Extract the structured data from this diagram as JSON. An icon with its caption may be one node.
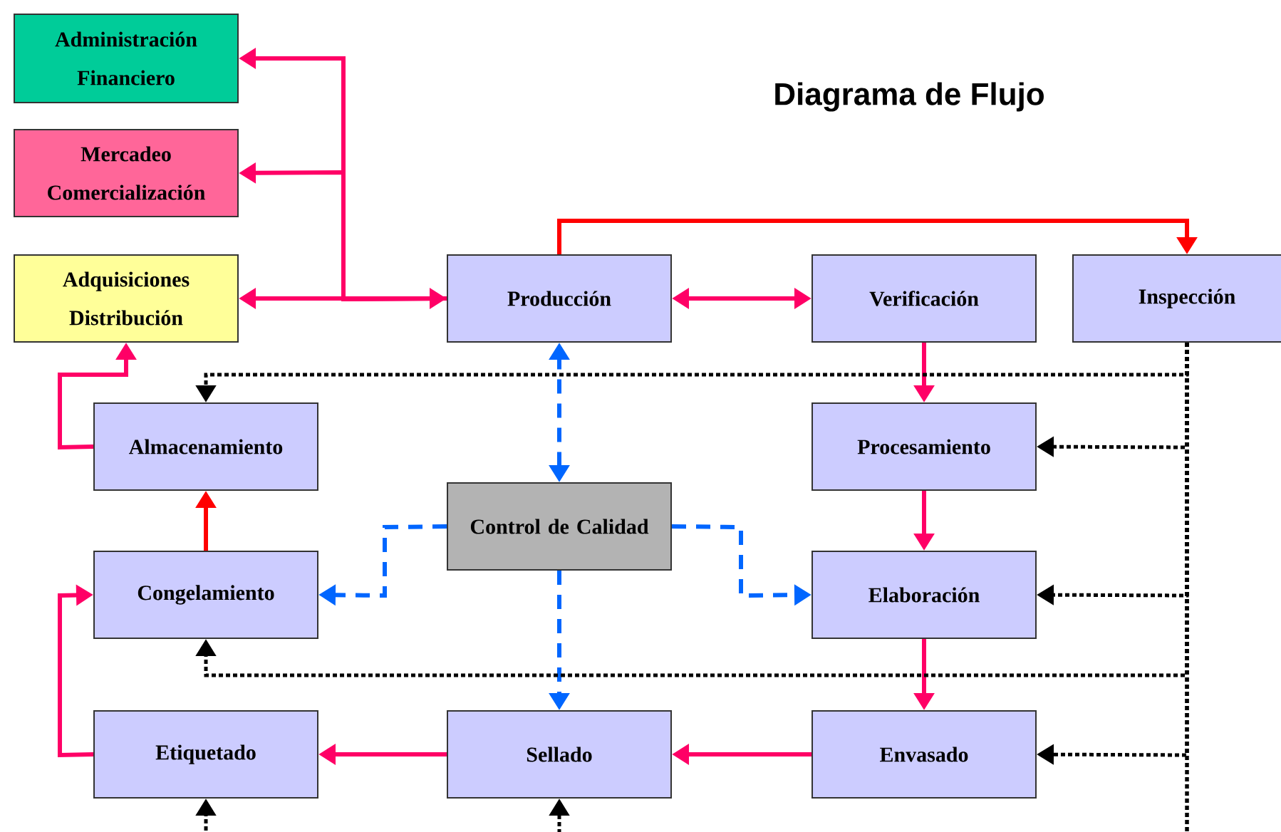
{
  "diagram": {
    "title": "Diagrama de Flujo",
    "nodes": [
      {
        "text": [
          "Administración Financiero"
        ]
      },
      {
        "text": [
          "Mercadeo Comercialización"
        ]
      },
      {
        "text": [
          "Adquisiciones Distribución"
        ]
      },
      {
        "text": [
          "Producción"
        ]
      },
      {
        "text": [
          "Verificación"
        ]
      },
      {
        "text": [
          "Inspección"
        ]
      },
      {
        "text": [
          "Almacenamiento"
        ]
      },
      {
        "text": [
          "Procesamiento"
        ]
      },
      {
        "text": [
          "Control de Calidad"
        ]
      },
      {
        "text": [
          "Congelamiento"
        ]
      },
      {
        "text": [
          "Elaboración"
        ]
      },
      {
        "text": [
          "Etiquetado"
        ]
      },
      {
        "text": [
          "Sellado"
        ]
      },
      {
        "text": [
          "Envasado"
        ]
      }
    ],
    "edges": [
      {
        "from": 3,
        "to": 0,
        "arrow": "to"
      },
      {
        "from": 3,
        "to": 1,
        "arrow": "to"
      },
      {
        "from": 3,
        "to": 2,
        "arrow": "both"
      },
      {
        "from": 3,
        "to": 4,
        "arrow": "both"
      },
      {
        "from": 3,
        "to": 5,
        "arrow": "to",
        "color": "#ff0000"
      },
      {
        "from": 4,
        "to": 7,
        "arrow": "to"
      },
      {
        "from": 7,
        "to": 10,
        "arrow": "to"
      },
      {
        "from": 10,
        "to": 13,
        "arrow": "to"
      },
      {
        "from": 13,
        "to": 12,
        "arrow": "to"
      },
      {
        "from": 12,
        "to": 11,
        "arrow": "to"
      },
      {
        "from": 11,
        "to": 9,
        "arrow": "to"
      },
      {
        "from": 9,
        "to": 6,
        "arrow": "to",
        "color": "#ff0000"
      },
      {
        "from": 6,
        "to": 2,
        "arrow": "to"
      },
      {
        "from": 8,
        "to": 3,
        "arrow": "both",
        "style": "dashed",
        "color": "#0066ff"
      },
      {
        "from": 8,
        "to": 9,
        "arrow": "to",
        "style": "dashed",
        "color": "#0066ff"
      },
      {
        "from": 8,
        "to": 10,
        "arrow": "to",
        "style": "dashed",
        "color": "#0066ff"
      },
      {
        "from": 8,
        "to": 12,
        "arrow": "to",
        "style": "dashed",
        "color": "#0066ff"
      },
      {
        "from": 5,
        "to": 6,
        "arrow": "to",
        "style": "dashed",
        "color": "#000000"
      },
      {
        "from": 5,
        "to": 7,
        "arrow": "to",
        "style": "dashed",
        "color": "#000000"
      },
      {
        "from": 5,
        "to": 10,
        "arrow": "to",
        "style": "dashed",
        "color": "#000000"
      },
      {
        "from": 5,
        "to": 9,
        "arrow": "to",
        "style": "dashed",
        "color": "#000000"
      },
      {
        "from": 5,
        "to": 13,
        "arrow": "to",
        "style": "dashed",
        "color": "#000000"
      },
      {
        "from": 5,
        "to": 11,
        "arrow": "to",
        "style": "dashed",
        "color": "#000000"
      },
      {
        "from": 5,
        "to": 12,
        "arrow": "to",
        "style": "dashed",
        "color": "#000000"
      }
    ]
  }
}
